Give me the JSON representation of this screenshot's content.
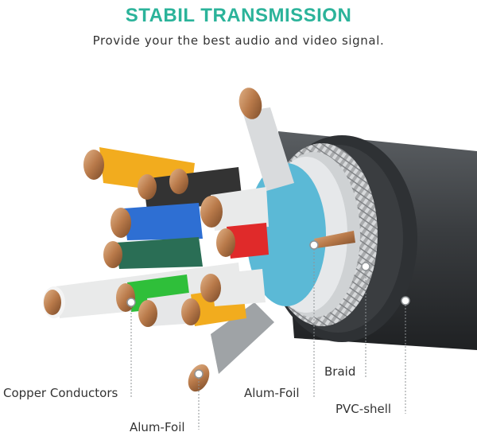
{
  "header": {
    "title": "STABIL TRANSMISSION",
    "subtitle": "Provide your the best audio and video signal."
  },
  "labels": {
    "copper_conductors": "Copper Conductors",
    "alum_foil_inner": "Alum-Foil",
    "alum_foil_outer": "Alum-Foil",
    "braid": "Braid",
    "pvc_shell": "PVC-shell"
  },
  "colors": {
    "title": "#2bb39a",
    "text": "#333333",
    "jacket": "#3a3d40",
    "foil": "#5bb9d6",
    "copper": "#c58a5a",
    "wire_yellow": "#f2ac1e",
    "wire_blue": "#2e6fd3",
    "wire_red": "#e02a2a",
    "wire_green": "#2fbf3a",
    "wire_white": "#e9eaea"
  }
}
